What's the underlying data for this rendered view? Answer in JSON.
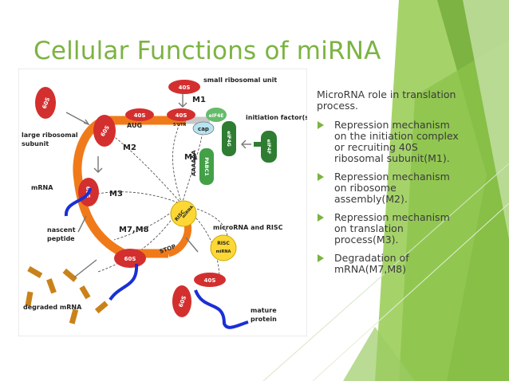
{
  "slide": {
    "title": "Cellular Functions of miRNA",
    "accent_color": "#7cb342",
    "intro": "MicroRNA role in translation process.",
    "bullets": [
      {
        "text": "Repression mechanism on the initiation complex or recruiting 40S ribosomal subunit(M1)."
      },
      {
        "text": "Repression mechanism on ribosome assembly(M2)."
      },
      {
        "text": "Repression mechanism on translation process(M3)."
      },
      {
        "text": "Degradation of mRNA(M7,M8)"
      }
    ],
    "bullet_icon": "triangle-arrow-icon"
  },
  "figure": {
    "labels": {
      "small_ribosomal_unit": "small ribosomal unit",
      "large_ribosomal_1": "large ribosomal",
      "large_ribosomal_2": "subunit",
      "initiation_factors": "initiation factor(s)",
      "mrna": "mRNA",
      "nascent_1": "nascent",
      "nascent_2": "peptide",
      "microrna_risc": "microRNA and RISC",
      "degraded": "degraded mRNA",
      "mature_1": "mature",
      "mature_2": "protein"
    },
    "markers": {
      "m1_top": "M1",
      "m1_mid": "M1",
      "m2": "M2",
      "m3": "M3",
      "m7m8": "M7,M8"
    },
    "parts": {
      "r40s_a": "40S",
      "r40s_b": "40S",
      "r40s_c": "40S",
      "r40s_d": "40S",
      "r60s_a": "60S",
      "r60s_b": "60S",
      "r60s_c": "60S",
      "r60s_d": "60S",
      "r60s_e": "60S",
      "aug": "AUG",
      "utr": "5'UTR",
      "cap": "cap",
      "eif4e": "eIF4E",
      "eif4g": "eIF4G",
      "eif4f": "eIF4F",
      "pabc1": "PABC1",
      "polya": "AAAAAA",
      "stop": "STOP",
      "risc": "RISC",
      "risc_mirna": "miRNA",
      "risc2": "RISC",
      "risc2_mirna": "miRNA"
    }
  }
}
